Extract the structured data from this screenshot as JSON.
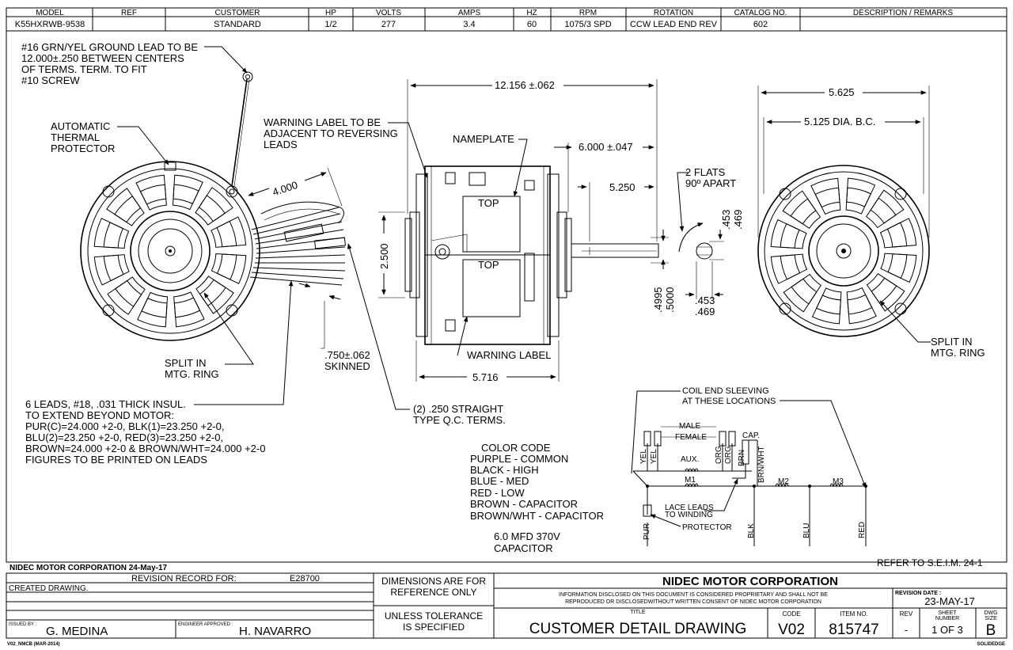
{
  "header": {
    "columns": [
      "MODEL",
      "REF",
      "CUSTOMER",
      "HP",
      "VOLTS",
      "AMPS",
      "HZ",
      "RPM",
      "ROTATION",
      "CATALOG NO.",
      "DESCRIPTION / REMARKS"
    ],
    "values": [
      "K55HXRWB-9538",
      "",
      "STANDARD",
      "1/2",
      "277",
      "3.4",
      "60",
      "1075/3 SPD",
      "CCW LEAD END REV",
      "602",
      ""
    ]
  },
  "notes": {
    "ground_lead": [
      "#16 GRN/YEL GROUND LEAD TO BE",
      "12.000±.250 BETWEEN CENTERS",
      "OF TERMS. TERM. TO FIT",
      "#10 SCREW"
    ],
    "thermal": [
      "AUTOMATIC",
      "THERMAL",
      "PROTECTOR"
    ],
    "warning_label_adjacent": [
      "WARNING LABEL TO BE",
      "ADJACENT TO REVERSING",
      "LEADS"
    ],
    "nameplate": "NAMEPLATE",
    "top1": "TOP",
    "top2": "TOP",
    "warning_label": "WARNING LABEL",
    "split_left": [
      "SPLIT IN",
      "MTG. RING"
    ],
    "split_right": [
      "SPLIT IN",
      "MTG. RING"
    ],
    "skinned": [
      ".750±.062",
      "SKINNED"
    ],
    "qc_terms": [
      "(2) .250 STRAIGHT",
      "TYPE Q.C. TERMS."
    ],
    "leads": [
      "6 LEADS, #18, .031 THICK INSUL.",
      "TO EXTEND BEYOND MOTOR:",
      "PUR(C)=24.000 +2-0, BLK(1)=23.250 +2-0,",
      "BLU(2)=23.250 +2-0, RED(3)=23.250 +2-0,",
      "BROWN=24.000 +2-0 & BROWN/WHT=24.000 +2-0",
      "FIGURES TO BE PRINTED ON LEADS"
    ],
    "color_code": [
      "COLOR CODE",
      "PURPLE - COMMON",
      "BLACK - HIGH",
      "BLUE - MED",
      "RED - LOW",
      "BROWN - CAPACITOR",
      "BROWN/WHT - CAPACITOR"
    ],
    "capacitor": [
      "6.0 MFD 370V",
      "CAPACITOR"
    ],
    "flats": [
      "2 FLATS",
      "90º APART"
    ],
    "coil_sleeving": [
      "COIL END SLEEVING",
      "AT THESE LOCATIONS"
    ]
  },
  "dimensions": {
    "d4000": "4.000",
    "d12156": "12.156 ±.062",
    "d6000": "6.000 ±.047",
    "d5250": "5.250",
    "d2500": "2.500",
    "d5716": "5.716",
    "d5625": "5.625",
    "d5125": "5.125  DIA. B.C.",
    "d453v": ".453",
    "d469v": ".469",
    "d4995": ".4995",
    "d5000": ".5000",
    "d453h": ".453",
    "d469h": ".469"
  },
  "wiring": {
    "male": "MALE",
    "female": "FEMALE",
    "cap": "CAP.",
    "yel1": "YEL",
    "yel2": "YEL",
    "aux": "AUX.",
    "org1": "ORG",
    "org2": "ORG",
    "brn": "BRN",
    "brnwht": "BRN/WHT",
    "m1": "M1",
    "m2": "M2",
    "m3": "M3",
    "lace": [
      "LACE LEADS",
      "TO WINDING"
    ],
    "protector": "PROTECTOR",
    "pur": "PUR",
    "blk": "BLK",
    "blu": "BLU",
    "red": "RED",
    "refer": "REFER TO S.E.I.M. 24-1"
  },
  "footer": {
    "company_date": "NIDEC MOTOR CORPORATION 24-May-17",
    "revision_record_label": "REVISION RECORD FOR:",
    "revision_record_value": "E28700",
    "created": "CREATED DRAWING.",
    "issued_label": "ISSUED BY :",
    "issued_value": "G. MEDINA",
    "engineer_label": "ENGINEER APPROVED :",
    "engineer_value": "H. NAVARRO",
    "dims_ref": [
      "DIMENSIONS ARE FOR",
      "REFERENCE ONLY"
    ],
    "unless": [
      "UNLESS TOLERANCE",
      "IS SPECIFIED"
    ],
    "company": "NIDEC MOTOR CORPORATION",
    "info": [
      "INFORMATION DISCLOSED ON THIS DOCUMENT IS CONSIDERED PROPRIETARY AND SHALL NOT BE",
      "REPRODUCED OR DISCLOSEDWITHOUT WRITTEN CONSENT OF NIDEC MOTOR CORPORATION"
    ],
    "rev_date_label": "REVISION DATE :",
    "rev_date_value": "23-MAY-17",
    "title_label": "TITLE",
    "title_value": "CUSTOMER  DETAIL  DRAWING",
    "code_label": "CODE",
    "code_value": "V02",
    "item_label": "ITEM NO.",
    "item_value": "815747",
    "rev_label": "REV",
    "rev_value": "-",
    "sheet_label": [
      "SHEET",
      "NUMBER"
    ],
    "sheet_value": "1  OF  3",
    "dwg_label": [
      "DWG",
      "SIZE"
    ],
    "dwg_value": "B",
    "form_code": "V02_NMCB (MAR-2014)",
    "solidedge": "SOLIDEDGE"
  }
}
